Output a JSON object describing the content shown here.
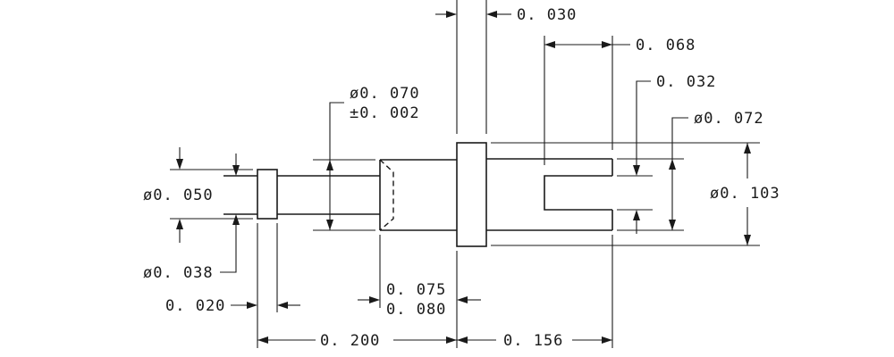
{
  "dimensions": {
    "top_flange_thickness": "0. 030",
    "slot_depth": "0. 068",
    "slot_width": "0. 032",
    "tail_diameter": "ø0. 072",
    "flange_diameter": "ø0. 103",
    "body_diameter_line1": "ø0. 070",
    "body_diameter_line2": "±0. 002",
    "pin_diameter": "ø0. 050",
    "collar_diameter": "ø0. 038",
    "collar_width": "0. 020",
    "chamfer_line1": "0. 075",
    "chamfer_line2": "0. 080",
    "front_length": "0. 200",
    "rear_length": "0. 156"
  }
}
